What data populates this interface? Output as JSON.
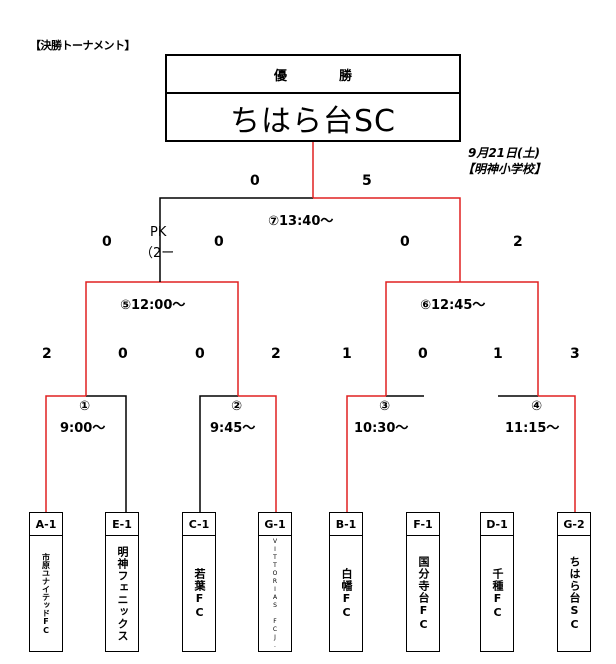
{
  "heading": "【決勝トーナメント】",
  "champion": {
    "header_left": "優",
    "header_right": "勝",
    "name": "ちはら台SC"
  },
  "date": {
    "line1": "9月21日(土)",
    "line2": "【明神小学校】"
  },
  "final": {
    "number_time": "⑦13:40～",
    "score_left": "0",
    "score_right": "5"
  },
  "semifinals": [
    {
      "number_time": "⑤12:00～",
      "score_left": "0",
      "score_right": "0",
      "pk_label": "PK",
      "pk_score": "（2ー"
    },
    {
      "number_time": "⑥12:45～",
      "score_left": "0",
      "score_right": "2"
    }
  ],
  "quarterfinals": [
    {
      "number": "①",
      "time": "9:00～",
      "score_left": "2",
      "score_right": "0"
    },
    {
      "number": "②",
      "time": "9:45～",
      "score_left": "0",
      "score_right": "2"
    },
    {
      "number": "③",
      "time": "10:30～",
      "score_left": "1",
      "score_right": "0"
    },
    {
      "number": "④",
      "time": "11:15～",
      "score_left": "1",
      "score_right": "3"
    }
  ],
  "teams": [
    {
      "id": "A-1",
      "name": "市原ユナイテッドFC"
    },
    {
      "id": "E-1",
      "name": "明神フェニックス"
    },
    {
      "id": "C-1",
      "name": "若葉FC"
    },
    {
      "id": "G-1",
      "name": "VITTORIAS FCJ."
    },
    {
      "id": "B-1",
      "name": "白幡FC"
    },
    {
      "id": "F-1",
      "name": "国分寺台FC"
    },
    {
      "id": "D-1",
      "name": "千種FC"
    },
    {
      "id": "G-2",
      "name": "ちはら台SC"
    }
  ],
  "colors": {
    "winner_line": "#e02020",
    "loser_line": "#000000"
  }
}
